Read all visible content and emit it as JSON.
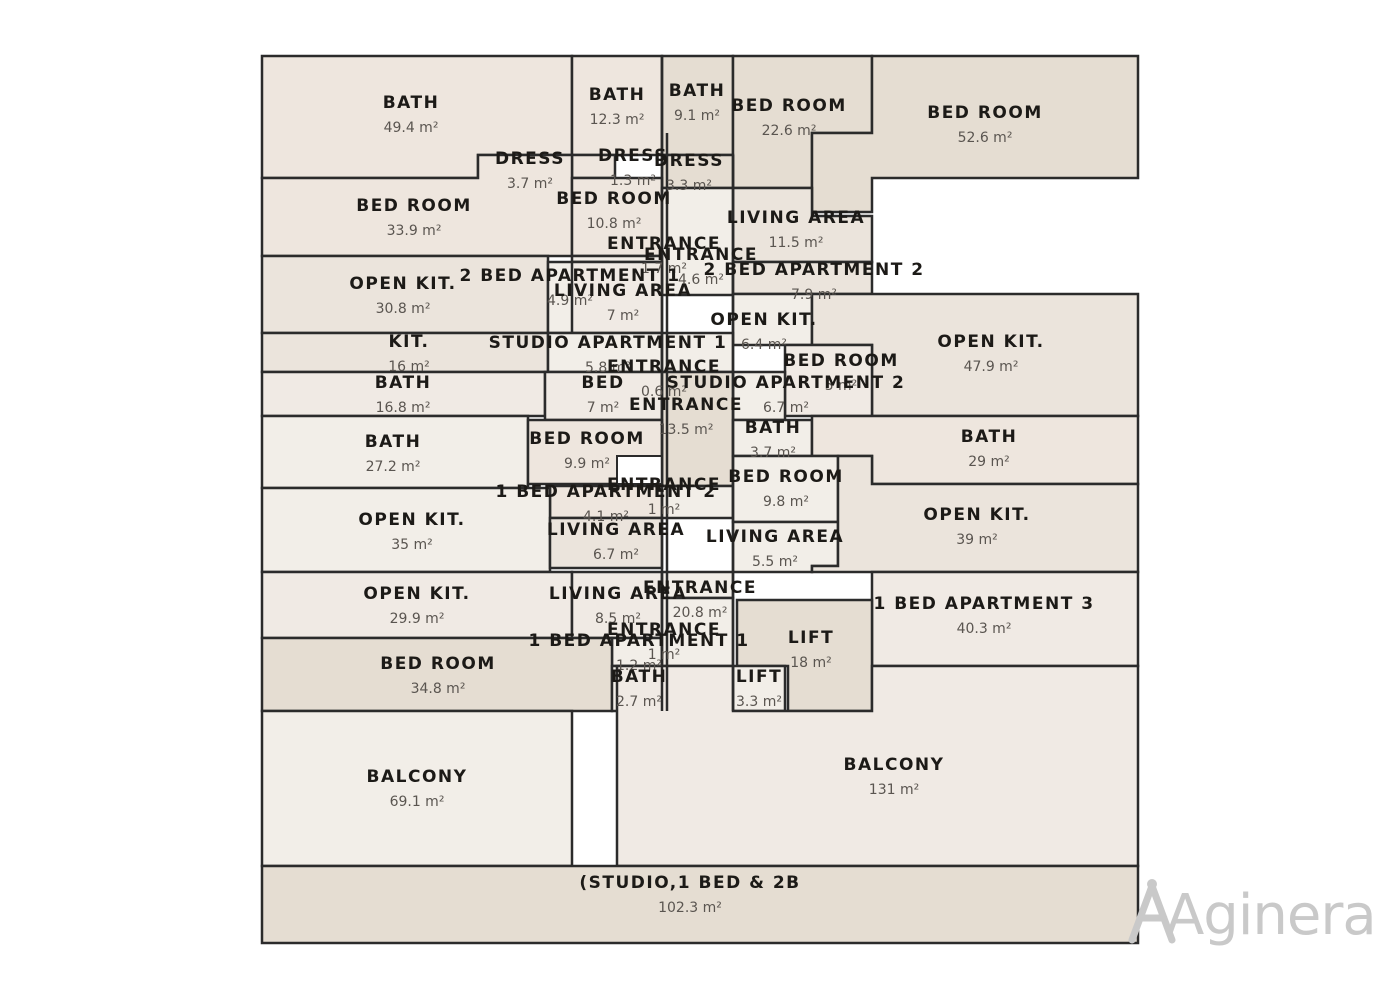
{
  "unit": "m²",
  "colors": {
    "wall": "#2b2b2b",
    "fill_a": "#eee6de",
    "fill_b": "#e5ddd2",
    "fill_c": "#f2eee8",
    "fill_d": "#ebe4dc",
    "fill_e": "#f0eae4",
    "watermark": "#c9c9c9"
  },
  "watermark": {
    "text": "Aginera",
    "icon": "compass-logo-icon"
  },
  "rooms": [
    {
      "label": "BATH",
      "area": "49.4 m²"
    },
    {
      "label": "BATH",
      "area": "12.3 m²"
    },
    {
      "label": "BATH",
      "area": "9.1 m²"
    },
    {
      "label": "BED ROOM",
      "area": "22.6 m²"
    },
    {
      "label": "BED ROOM",
      "area": "52.6 m²"
    },
    {
      "label": "DRESS",
      "area": "3.7 m²"
    },
    {
      "label": "DRESS",
      "area": "1.3 m²"
    },
    {
      "label": "DRESS",
      "area": "3.3 m²"
    },
    {
      "label": "BED ROOM",
      "area": "33.9 m²"
    },
    {
      "label": "BED ROOM",
      "area": "10.8 m²"
    },
    {
      "label": "LIVING AREA",
      "area": "11.5 m²"
    },
    {
      "label": "ENTRANCE",
      "area": "1.7 m²"
    },
    {
      "label": "ENTRANCE",
      "area": "4.6 m²"
    },
    {
      "label": "OPEN KIT.",
      "area": "30.8 m²"
    },
    {
      "label": "2 BED APARTMENT 1",
      "area": "4.9 m²"
    },
    {
      "label": "2 BED APARTMENT 2",
      "area": "7.9 m²"
    },
    {
      "label": "LIVING AREA",
      "area": "7 m²"
    },
    {
      "label": "OPEN KIT.",
      "area": "6.4 m²"
    },
    {
      "label": "OPEN KIT.",
      "area": "47.9 m²"
    },
    {
      "label": "KIT.",
      "area": "16 m²"
    },
    {
      "label": "STUDIO APARTMENT 1",
      "area": "5.8 m²"
    },
    {
      "label": "ENTRANCE",
      "area": "0.6 m²"
    },
    {
      "label": "BED ROOM",
      "area": "5 m²"
    },
    {
      "label": "BATH",
      "area": "16.8 m²"
    },
    {
      "label": "BED",
      "area": "7 m²"
    },
    {
      "label": "STUDIO APARTMENT 2",
      "area": "6.7 m²"
    },
    {
      "label": "ENTRANCE",
      "area": "13.5 m²"
    },
    {
      "label": "BATH",
      "area": "27.2 m²"
    },
    {
      "label": "BED ROOM",
      "area": "9.9 m²"
    },
    {
      "label": "BATH",
      "area": "3.7 m²"
    },
    {
      "label": "BATH",
      "area": "29 m²"
    },
    {
      "label": "1 BED APARTMENT 2",
      "area": "4.1 m²"
    },
    {
      "label": "ENTRANCE",
      "area": "1 m²"
    },
    {
      "label": "BED ROOM",
      "area": "9.8 m²"
    },
    {
      "label": "OPEN KIT.",
      "area": "35 m²"
    },
    {
      "label": "LIVING AREA",
      "area": "6.7 m²"
    },
    {
      "label": "LIVING AREA",
      "area": "5.5 m²"
    },
    {
      "label": "OPEN KIT.",
      "area": "39 m²"
    },
    {
      "label": "OPEN KIT.",
      "area": "29.9 m²"
    },
    {
      "label": "LIVING AREA",
      "area": "8.5 m²"
    },
    {
      "label": "ENTRANCE",
      "area": "20.8 m²"
    },
    {
      "label": "1 BED APARTMENT 3",
      "area": "40.3 m²"
    },
    {
      "label": "ENTRANCE",
      "area": "1 m²"
    },
    {
      "label": "1 BED APARTMENT 1",
      "area": "1.2 m²"
    },
    {
      "label": "LIFT",
      "area": "18 m²"
    },
    {
      "label": "BED ROOM",
      "area": "34.8 m²"
    },
    {
      "label": "BATH",
      "area": "2.7 m²"
    },
    {
      "label": "LIFT",
      "area": "3.3 m²"
    },
    {
      "label": "BALCONY",
      "area": "69.1 m²"
    },
    {
      "label": "BALCONY",
      "area": "131 m²"
    },
    {
      "label": "(STUDIO,1 BED & 2B",
      "area": "102.3 m²"
    }
  ]
}
